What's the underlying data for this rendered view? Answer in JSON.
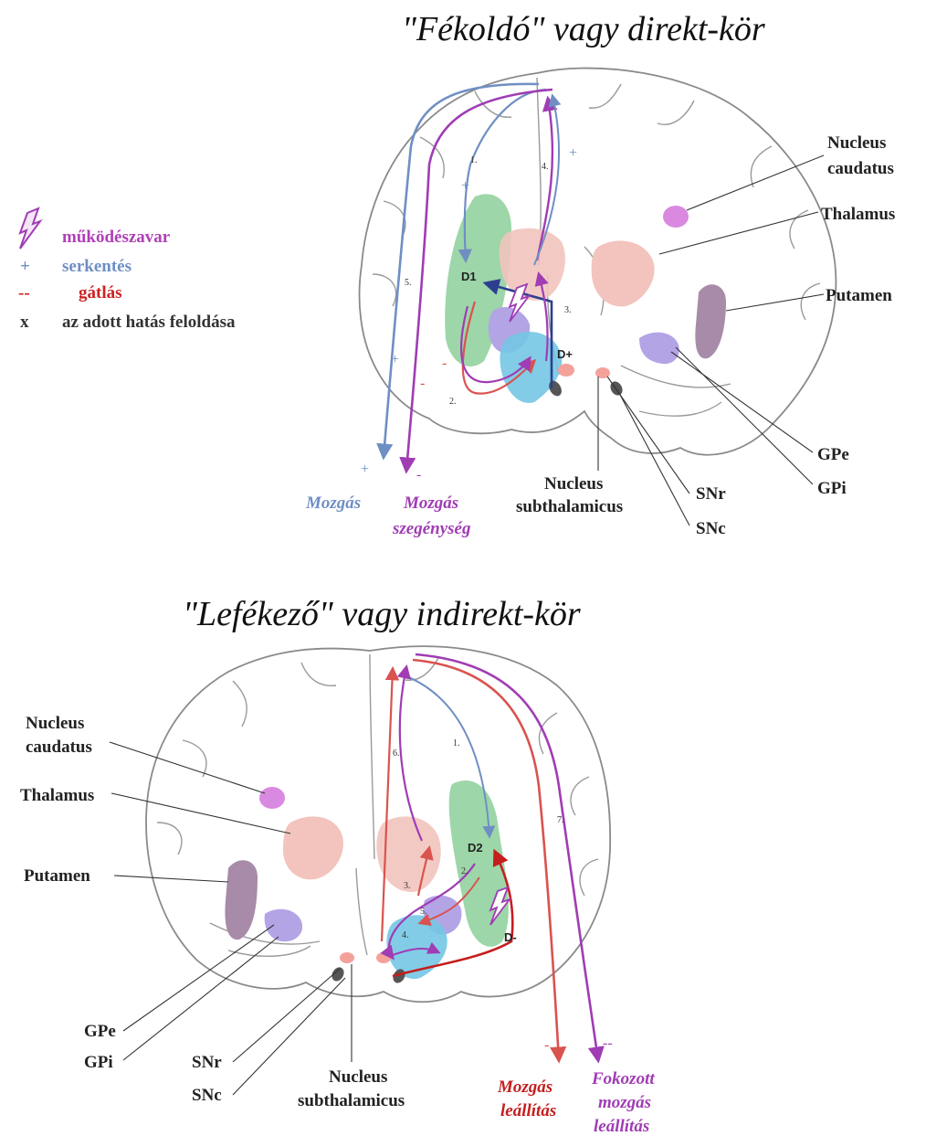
{
  "titles": {
    "direct": "\"Fékoldó\" vagy direkt-kör",
    "indirect": "\"Lefékező\" vagy indirekt-kör"
  },
  "legend": [
    {
      "symbol": "",
      "icon": "lightning-bolt-icon",
      "text": "működészavar",
      "color": "#b040b8"
    },
    {
      "symbol": "+",
      "text": "serkentés",
      "color": "#6f8fc4"
    },
    {
      "symbol": "--",
      "text": "gátlás",
      "color": "#cc2222"
    },
    {
      "symbol": "x",
      "text": "az adott hatás feloldása",
      "color": "#333333"
    }
  ],
  "labels": {
    "caudatus1": "Nucleus",
    "caudatus2": "caudatus",
    "thalamus": "Thalamus",
    "putamen": "Putamen",
    "gpe": "GPe",
    "gpi": "GPi",
    "snr": "SNr",
    "snc": "SNc",
    "subthal1": "Nucleus",
    "subthal2": "subthalamicus"
  },
  "top": {
    "d1": "D1",
    "dplus": "D+",
    "steps": [
      "1.",
      "2.",
      "3.",
      "4.",
      "5."
    ],
    "out_mozgas": "Mozgás",
    "out_szeg1": "Mozgás",
    "out_szeg2": "szegénység",
    "plus": "+",
    "minus": "-"
  },
  "bottom": {
    "d2": "D2",
    "dminus": "D-",
    "steps": [
      "1.",
      "2.",
      "3.",
      "4.",
      "5.",
      "6.",
      "7."
    ],
    "out_leall1": "Mozgás",
    "out_leall2": "leállítás",
    "out_fok1": "Fokozott",
    "out_fok2": "mozgás",
    "out_fok3": "leállítás",
    "minus": "-",
    "dminus2": "--"
  },
  "colors": {
    "blue": "#6f8fc4",
    "purple": "#a03cb4",
    "red": "#d9534f",
    "darkred": "#c41e1e",
    "navy": "#2c3f8f",
    "green": "#8ccf99",
    "pink": "#f2c4bd",
    "lilac": "#b3a4e6",
    "cyan": "#74c6e4",
    "mauve": "#a78ba8",
    "caudate": "#d98ae0"
  }
}
